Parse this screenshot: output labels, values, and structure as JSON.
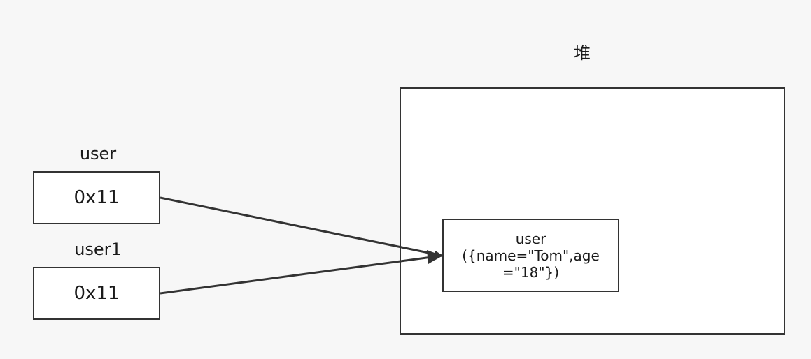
{
  "heap": {
    "title": "堆"
  },
  "variables": [
    {
      "name": "user",
      "value": "0x11"
    },
    {
      "name": "user1",
      "value": "0x11"
    }
  ],
  "object": {
    "name": "user",
    "content_line1": "({name=\"Tom\",age",
    "content_line2": "=\"18\"})"
  },
  "colors": {
    "background": "#f7f7f7",
    "stroke": "#333333",
    "box_fill": "#ffffff"
  }
}
